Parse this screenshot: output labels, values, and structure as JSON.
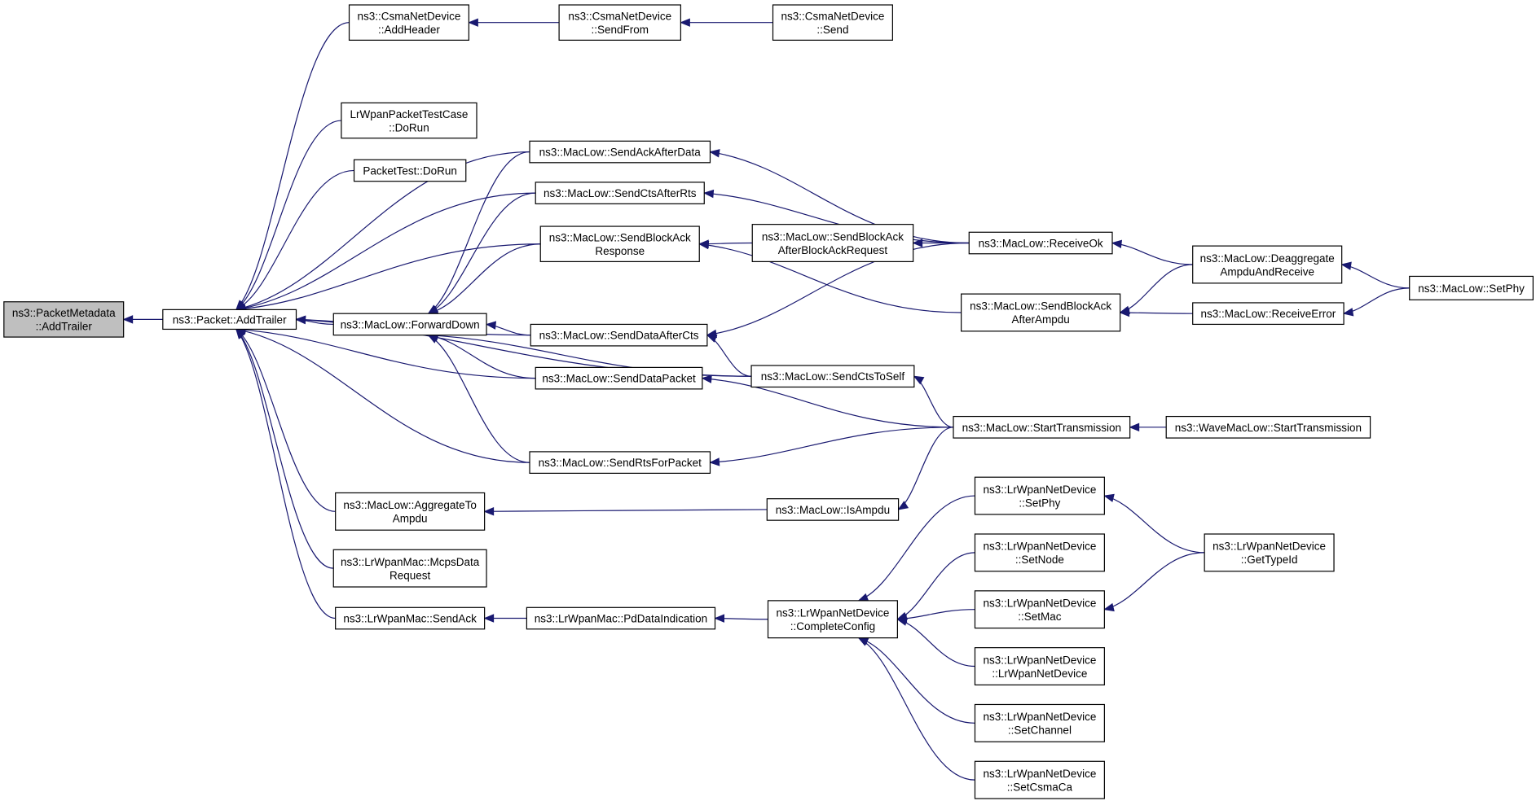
{
  "nodes": [
    {
      "id": "pm_addtrailer",
      "lines": [
        "ns3::PacketMetadata",
        "::AddTrailer"
      ]
    },
    {
      "id": "packet_addtrailer",
      "lines": [
        "ns3::Packet::AddTrailer"
      ]
    },
    {
      "id": "csma_addheader",
      "lines": [
        "ns3::CsmaNetDevice",
        "::AddHeader"
      ]
    },
    {
      "id": "csma_sendfrom",
      "lines": [
        "ns3::CsmaNetDevice",
        "::SendFrom"
      ]
    },
    {
      "id": "csma_send",
      "lines": [
        "ns3::CsmaNetDevice",
        "::Send"
      ]
    },
    {
      "id": "lrwpan_testcase",
      "lines": [
        "LrWpanPacketTestCase",
        "::DoRun"
      ]
    },
    {
      "id": "packettest",
      "lines": [
        "PacketTest::DoRun"
      ]
    },
    {
      "id": "forwarddown",
      "lines": [
        "ns3::MacLow::ForwardDown"
      ]
    },
    {
      "id": "aggregate",
      "lines": [
        "ns3::MacLow::AggregateTo",
        "Ampdu"
      ]
    },
    {
      "id": "mcpsdata",
      "lines": [
        "ns3::LrWpanMac::McpsData",
        "Request"
      ]
    },
    {
      "id": "sendack",
      "lines": [
        "ns3::LrWpanMac::SendAck"
      ]
    },
    {
      "id": "sendackafterdata",
      "lines": [
        "ns3::MacLow::SendAckAfterData"
      ]
    },
    {
      "id": "sendctsafterrts",
      "lines": [
        "ns3::MacLow::SendCtsAfterRts"
      ]
    },
    {
      "id": "sendblockackresp",
      "lines": [
        "ns3::MacLow::SendBlockAck",
        "Response"
      ]
    },
    {
      "id": "senddataaftercts",
      "lines": [
        "ns3::MacLow::SendDataAfterCts"
      ]
    },
    {
      "id": "senddatapacket",
      "lines": [
        "ns3::MacLow::SendDataPacket"
      ]
    },
    {
      "id": "sendrtsforpacket",
      "lines": [
        "ns3::MacLow::SendRtsForPacket"
      ]
    },
    {
      "id": "pddataind",
      "lines": [
        "ns3::LrWpanMac::PdDataIndication"
      ]
    },
    {
      "id": "sendblockackafterbar",
      "lines": [
        "ns3::MacLow::SendBlockAck",
        "AfterBlockAckRequest"
      ]
    },
    {
      "id": "sendctstoself",
      "lines": [
        "ns3::MacLow::SendCtsToSelf"
      ]
    },
    {
      "id": "isampdu",
      "lines": [
        "ns3::MacLow::IsAmpdu"
      ]
    },
    {
      "id": "completeconfig",
      "lines": [
        "ns3::LrWpanNetDevice",
        "::CompleteConfig"
      ]
    },
    {
      "id": "receiveok",
      "lines": [
        "ns3::MacLow::ReceiveOk"
      ]
    },
    {
      "id": "sendblockackafterampdu",
      "lines": [
        "ns3::MacLow::SendBlockAck",
        "AfterAmpdu"
      ]
    },
    {
      "id": "starttransmission",
      "lines": [
        "ns3::MacLow::StartTransmission"
      ]
    },
    {
      "id": "lr_setphy",
      "lines": [
        "ns3::LrWpanNetDevice",
        "::SetPhy"
      ]
    },
    {
      "id": "lr_setnode",
      "lines": [
        "ns3::LrWpanNetDevice",
        "::SetNode"
      ]
    },
    {
      "id": "lr_setmac",
      "lines": [
        "ns3::LrWpanNetDevice",
        "::SetMac"
      ]
    },
    {
      "id": "lr_ctor",
      "lines": [
        "ns3::LrWpanNetDevice",
        "::LrWpanNetDevice"
      ]
    },
    {
      "id": "lr_setchannel",
      "lines": [
        "ns3::LrWpanNetDevice",
        "::SetChannel"
      ]
    },
    {
      "id": "lr_setcsmaca",
      "lines": [
        "ns3::LrWpanNetDevice",
        "::SetCsmaCa"
      ]
    },
    {
      "id": "deaggregate",
      "lines": [
        "ns3::MacLow::Deaggregate",
        "AmpduAndReceive"
      ]
    },
    {
      "id": "receiveerror",
      "lines": [
        "ns3::MacLow::ReceiveError"
      ]
    },
    {
      "id": "wave_starttx",
      "lines": [
        "ns3::WaveMacLow::StartTransmission"
      ]
    },
    {
      "id": "lr_gettypeid",
      "lines": [
        "ns3::LrWpanNetDevice",
        "::GetTypeId"
      ]
    },
    {
      "id": "maclow_setphy",
      "lines": [
        "ns3::MacLow::SetPhy"
      ]
    }
  ],
  "edges": [
    [
      "packet_addtrailer",
      "pm_addtrailer"
    ],
    [
      "csma_addheader",
      "packet_addtrailer"
    ],
    [
      "lrwpan_testcase",
      "packet_addtrailer"
    ],
    [
      "packettest",
      "packet_addtrailer"
    ],
    [
      "forwarddown",
      "packet_addtrailer"
    ],
    [
      "aggregate",
      "packet_addtrailer"
    ],
    [
      "mcpsdata",
      "packet_addtrailer"
    ],
    [
      "sendack",
      "packet_addtrailer"
    ],
    [
      "sendackafterdata",
      "packet_addtrailer"
    ],
    [
      "sendctsafterrts",
      "packet_addtrailer"
    ],
    [
      "sendblockackresp",
      "packet_addtrailer"
    ],
    [
      "senddataaftercts",
      "packet_addtrailer"
    ],
    [
      "senddatapacket",
      "packet_addtrailer"
    ],
    [
      "sendrtsforpacket",
      "packet_addtrailer"
    ],
    [
      "sendctstoself",
      "packet_addtrailer"
    ],
    [
      "csma_sendfrom",
      "csma_addheader"
    ],
    [
      "csma_send",
      "csma_sendfrom"
    ],
    [
      "sendackafterdata",
      "forwarddown"
    ],
    [
      "sendctsafterrts",
      "forwarddown"
    ],
    [
      "sendblockackresp",
      "forwarddown"
    ],
    [
      "senddataaftercts",
      "forwarddown"
    ],
    [
      "senddatapacket",
      "forwarddown"
    ],
    [
      "sendrtsforpacket",
      "forwarddown"
    ],
    [
      "sendctstoself",
      "forwarddown"
    ],
    [
      "isampdu",
      "aggregate"
    ],
    [
      "pddataind",
      "sendack"
    ],
    [
      "completeconfig",
      "pddataind"
    ],
    [
      "receiveok",
      "sendackafterdata"
    ],
    [
      "receiveok",
      "sendctsafterrts"
    ],
    [
      "sendblockackafterbar",
      "sendblockackresp"
    ],
    [
      "sendblockackafterampdu",
      "sendblockackresp"
    ],
    [
      "receiveok",
      "senddataaftercts"
    ],
    [
      "sendctstoself",
      "senddataaftercts"
    ],
    [
      "starttransmission",
      "senddatapacket"
    ],
    [
      "starttransmission",
      "sendrtsforpacket"
    ],
    [
      "receiveok",
      "sendblockackafterbar"
    ],
    [
      "starttransmission",
      "sendctstoself"
    ],
    [
      "starttransmission",
      "isampdu"
    ],
    [
      "lr_setphy",
      "completeconfig"
    ],
    [
      "lr_setnode",
      "completeconfig"
    ],
    [
      "lr_setmac",
      "completeconfig"
    ],
    [
      "lr_ctor",
      "completeconfig"
    ],
    [
      "lr_setchannel",
      "completeconfig"
    ],
    [
      "lr_setcsmaca",
      "completeconfig"
    ],
    [
      "deaggregate",
      "receiveok"
    ],
    [
      "deaggregate",
      "sendblockackafterampdu"
    ],
    [
      "receiveerror",
      "sendblockackafterampdu"
    ],
    [
      "wave_starttx",
      "starttransmission"
    ],
    [
      "lr_gettypeid",
      "lr_setphy"
    ],
    [
      "lr_gettypeid",
      "lr_setmac"
    ],
    [
      "maclow_setphy",
      "deaggregate"
    ],
    [
      "maclow_setphy",
      "receiveerror"
    ]
  ]
}
